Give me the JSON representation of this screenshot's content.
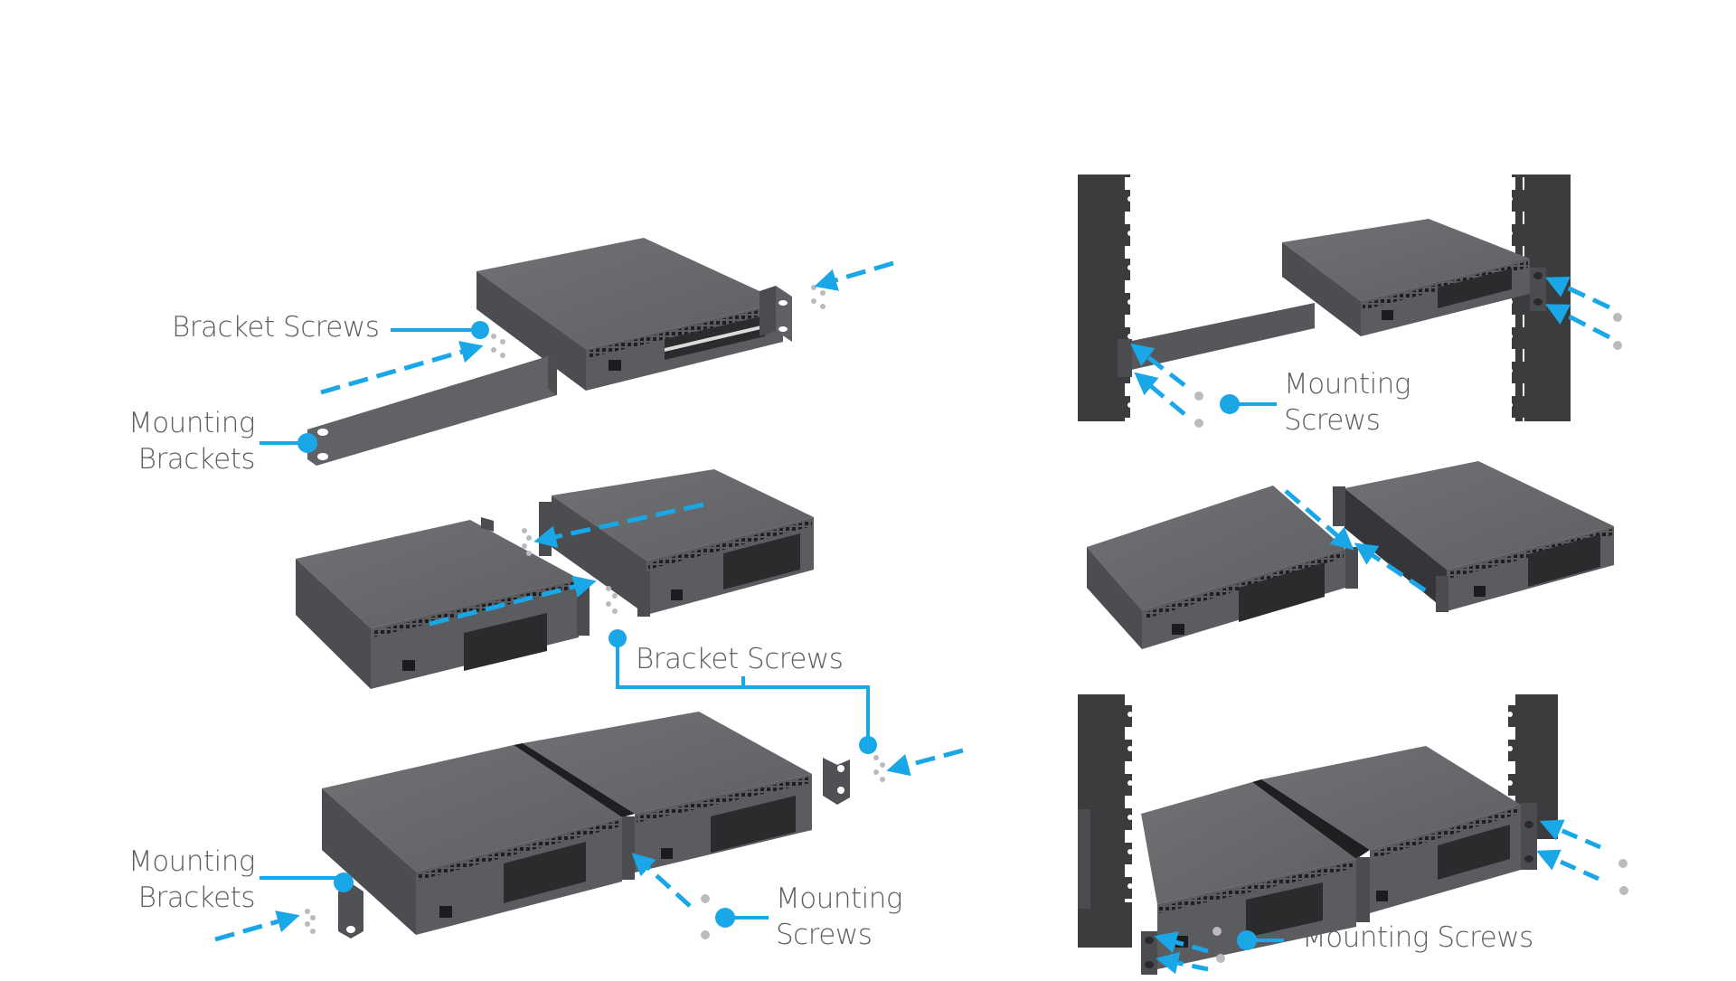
{
  "diagram": {
    "title": "Switch rack mounting and side-by-side joining steps",
    "accent_color": "#1aa7e8",
    "device_color": "#5c5e61",
    "device_top_color": "#6d6f72",
    "rack_color": "#3b3c3e",
    "label_color": "#5e5e60",
    "panels": [
      {
        "id": "single-attach-brackets",
        "labels": {
          "bracket_screws": "Bracket Screws",
          "mounting_brackets_line1": "Mounting",
          "mounting_brackets_line2": "Brackets"
        }
      },
      {
        "id": "single-rack-mount",
        "labels": {
          "mounting_screws_line1": "Mounting",
          "mounting_screws_line2": "Screws"
        }
      },
      {
        "id": "pair-join-brackets",
        "labels": {
          "bracket_screws": "Bracket Screws"
        }
      },
      {
        "id": "pair-slide-join",
        "labels": {}
      },
      {
        "id": "pair-attach-mount-brackets",
        "labels": {
          "mounting_brackets_line1": "Mounting",
          "mounting_brackets_line2": "Brackets",
          "mounting_screws_line1": "Mounting",
          "mounting_screws_line2": "Screws"
        }
      },
      {
        "id": "pair-rack-mount",
        "labels": {
          "mounting_screws": "Mounting Screws"
        }
      }
    ]
  }
}
